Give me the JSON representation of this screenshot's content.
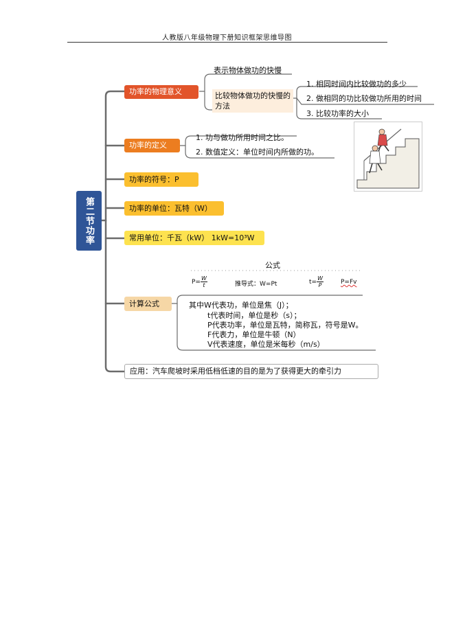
{
  "header": {
    "title": "人教版八年级物理下册知识框架思维导图"
  },
  "root": {
    "label": "第二节功率"
  },
  "branches": {
    "meaning": {
      "label": "功率的物理意义",
      "items": [
        "表示物体做功的快慢",
        "比较物体做功的快慢的方法"
      ],
      "methods": [
        "1. 相同时间内比较做功的多少",
        "2. 做相同的功比较做功所用的时间",
        "3. 比较功率的大小"
      ]
    },
    "definition": {
      "label": "功率的定义",
      "items": [
        "1. 功与做功所用时间之比。",
        "2. 数值定义：单位时间内所做的功。"
      ]
    },
    "symbol": {
      "label": "功率的符号：P"
    },
    "unit": {
      "label": "功率的单位：瓦特（W）"
    },
    "common_unit": {
      "label": "常用单位：千瓦（kW） 1kW=10³W"
    },
    "formula": {
      "label": "计算公式",
      "title": "公式",
      "p_prefix": "P=",
      "p_num": "W",
      "p_den": "t",
      "derived": "推导式：W=Pt",
      "t_prefix": "t=",
      "t_num": "W",
      "t_den": "P",
      "pfv": "P=Fv",
      "notes": [
        "其中W代表功，单位是焦（J）；",
        "t代表时间，单位是秒（s）；",
        "P代表功率，单位是瓦特，简称瓦，符号是W。",
        "F代表力，单位是牛顿（N）",
        "V代表速度，单位是米每秒（m/s）"
      ]
    },
    "application": {
      "label": "应用：汽车爬坡时采用低档低速的目的是为了获得更大的牵引力"
    }
  },
  "colors": {
    "root": "#2f5597",
    "meaning": "#e2542a",
    "definition": "#ec7d20",
    "symbol": "#fbbf2f",
    "unit": "#fbbf2f",
    "common_unit": "#fde24f",
    "formula": "#f6d7a6",
    "connector": "#6b6b6b"
  },
  "illustration": {
    "icon": "person-climbing-stairs-icon"
  }
}
